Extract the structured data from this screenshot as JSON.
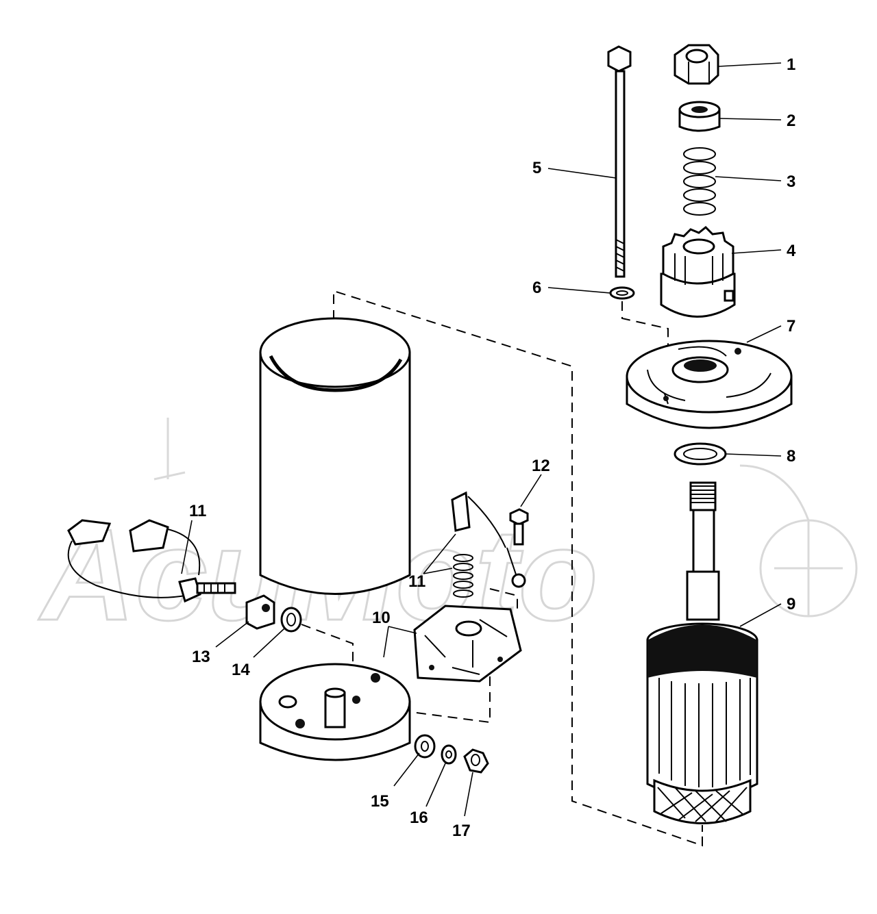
{
  "watermark": "AcuMoto",
  "callouts": [
    {
      "id": "c1",
      "label": "1"
    },
    {
      "id": "c2",
      "label": "2"
    },
    {
      "id": "c3",
      "label": "3"
    },
    {
      "id": "c4",
      "label": "4"
    },
    {
      "id": "c5",
      "label": "5"
    },
    {
      "id": "c6",
      "label": "6"
    },
    {
      "id": "c7",
      "label": "7"
    },
    {
      "id": "c8",
      "label": "8"
    },
    {
      "id": "c9",
      "label": "9"
    },
    {
      "id": "c10",
      "label": "10"
    },
    {
      "id": "c11a",
      "label": "11"
    },
    {
      "id": "c11b",
      "label": "11"
    },
    {
      "id": "c12",
      "label": "12"
    },
    {
      "id": "c13",
      "label": "13"
    },
    {
      "id": "c14",
      "label": "14"
    },
    {
      "id": "c15",
      "label": "15"
    },
    {
      "id": "c16",
      "label": "16"
    },
    {
      "id": "c17",
      "label": "17"
    }
  ]
}
